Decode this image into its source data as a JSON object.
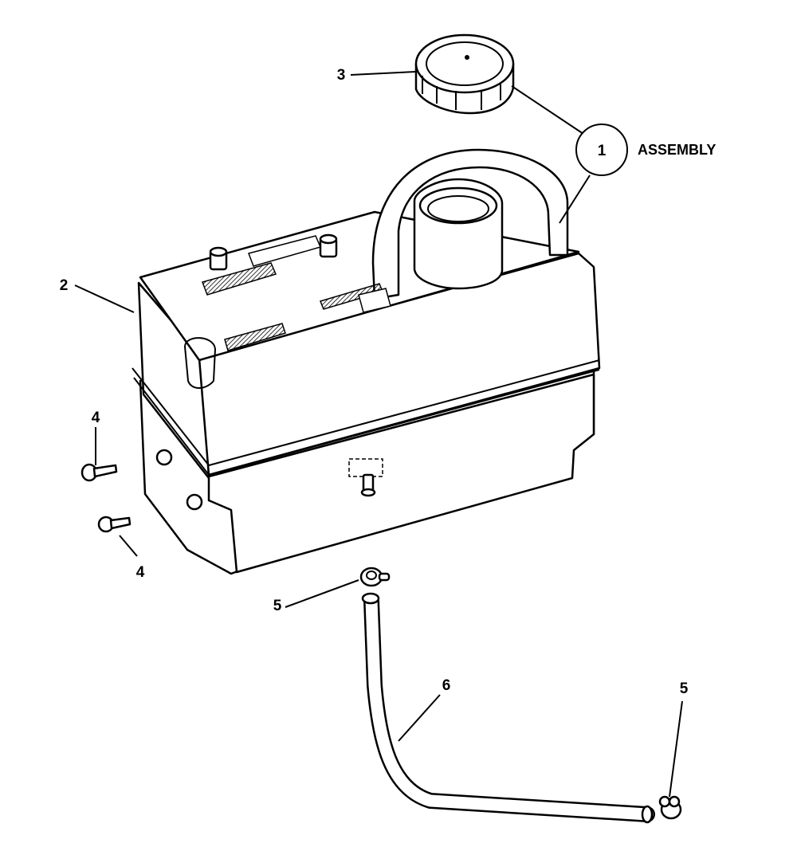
{
  "callouts": {
    "assembly_number": "1",
    "assembly_label": "ASSEMBLY",
    "tank": "2",
    "cap": "3",
    "screw_upper": "4",
    "screw_lower": "4",
    "clamp_upper": "5",
    "clamp_lower": "5",
    "hose": "6"
  }
}
